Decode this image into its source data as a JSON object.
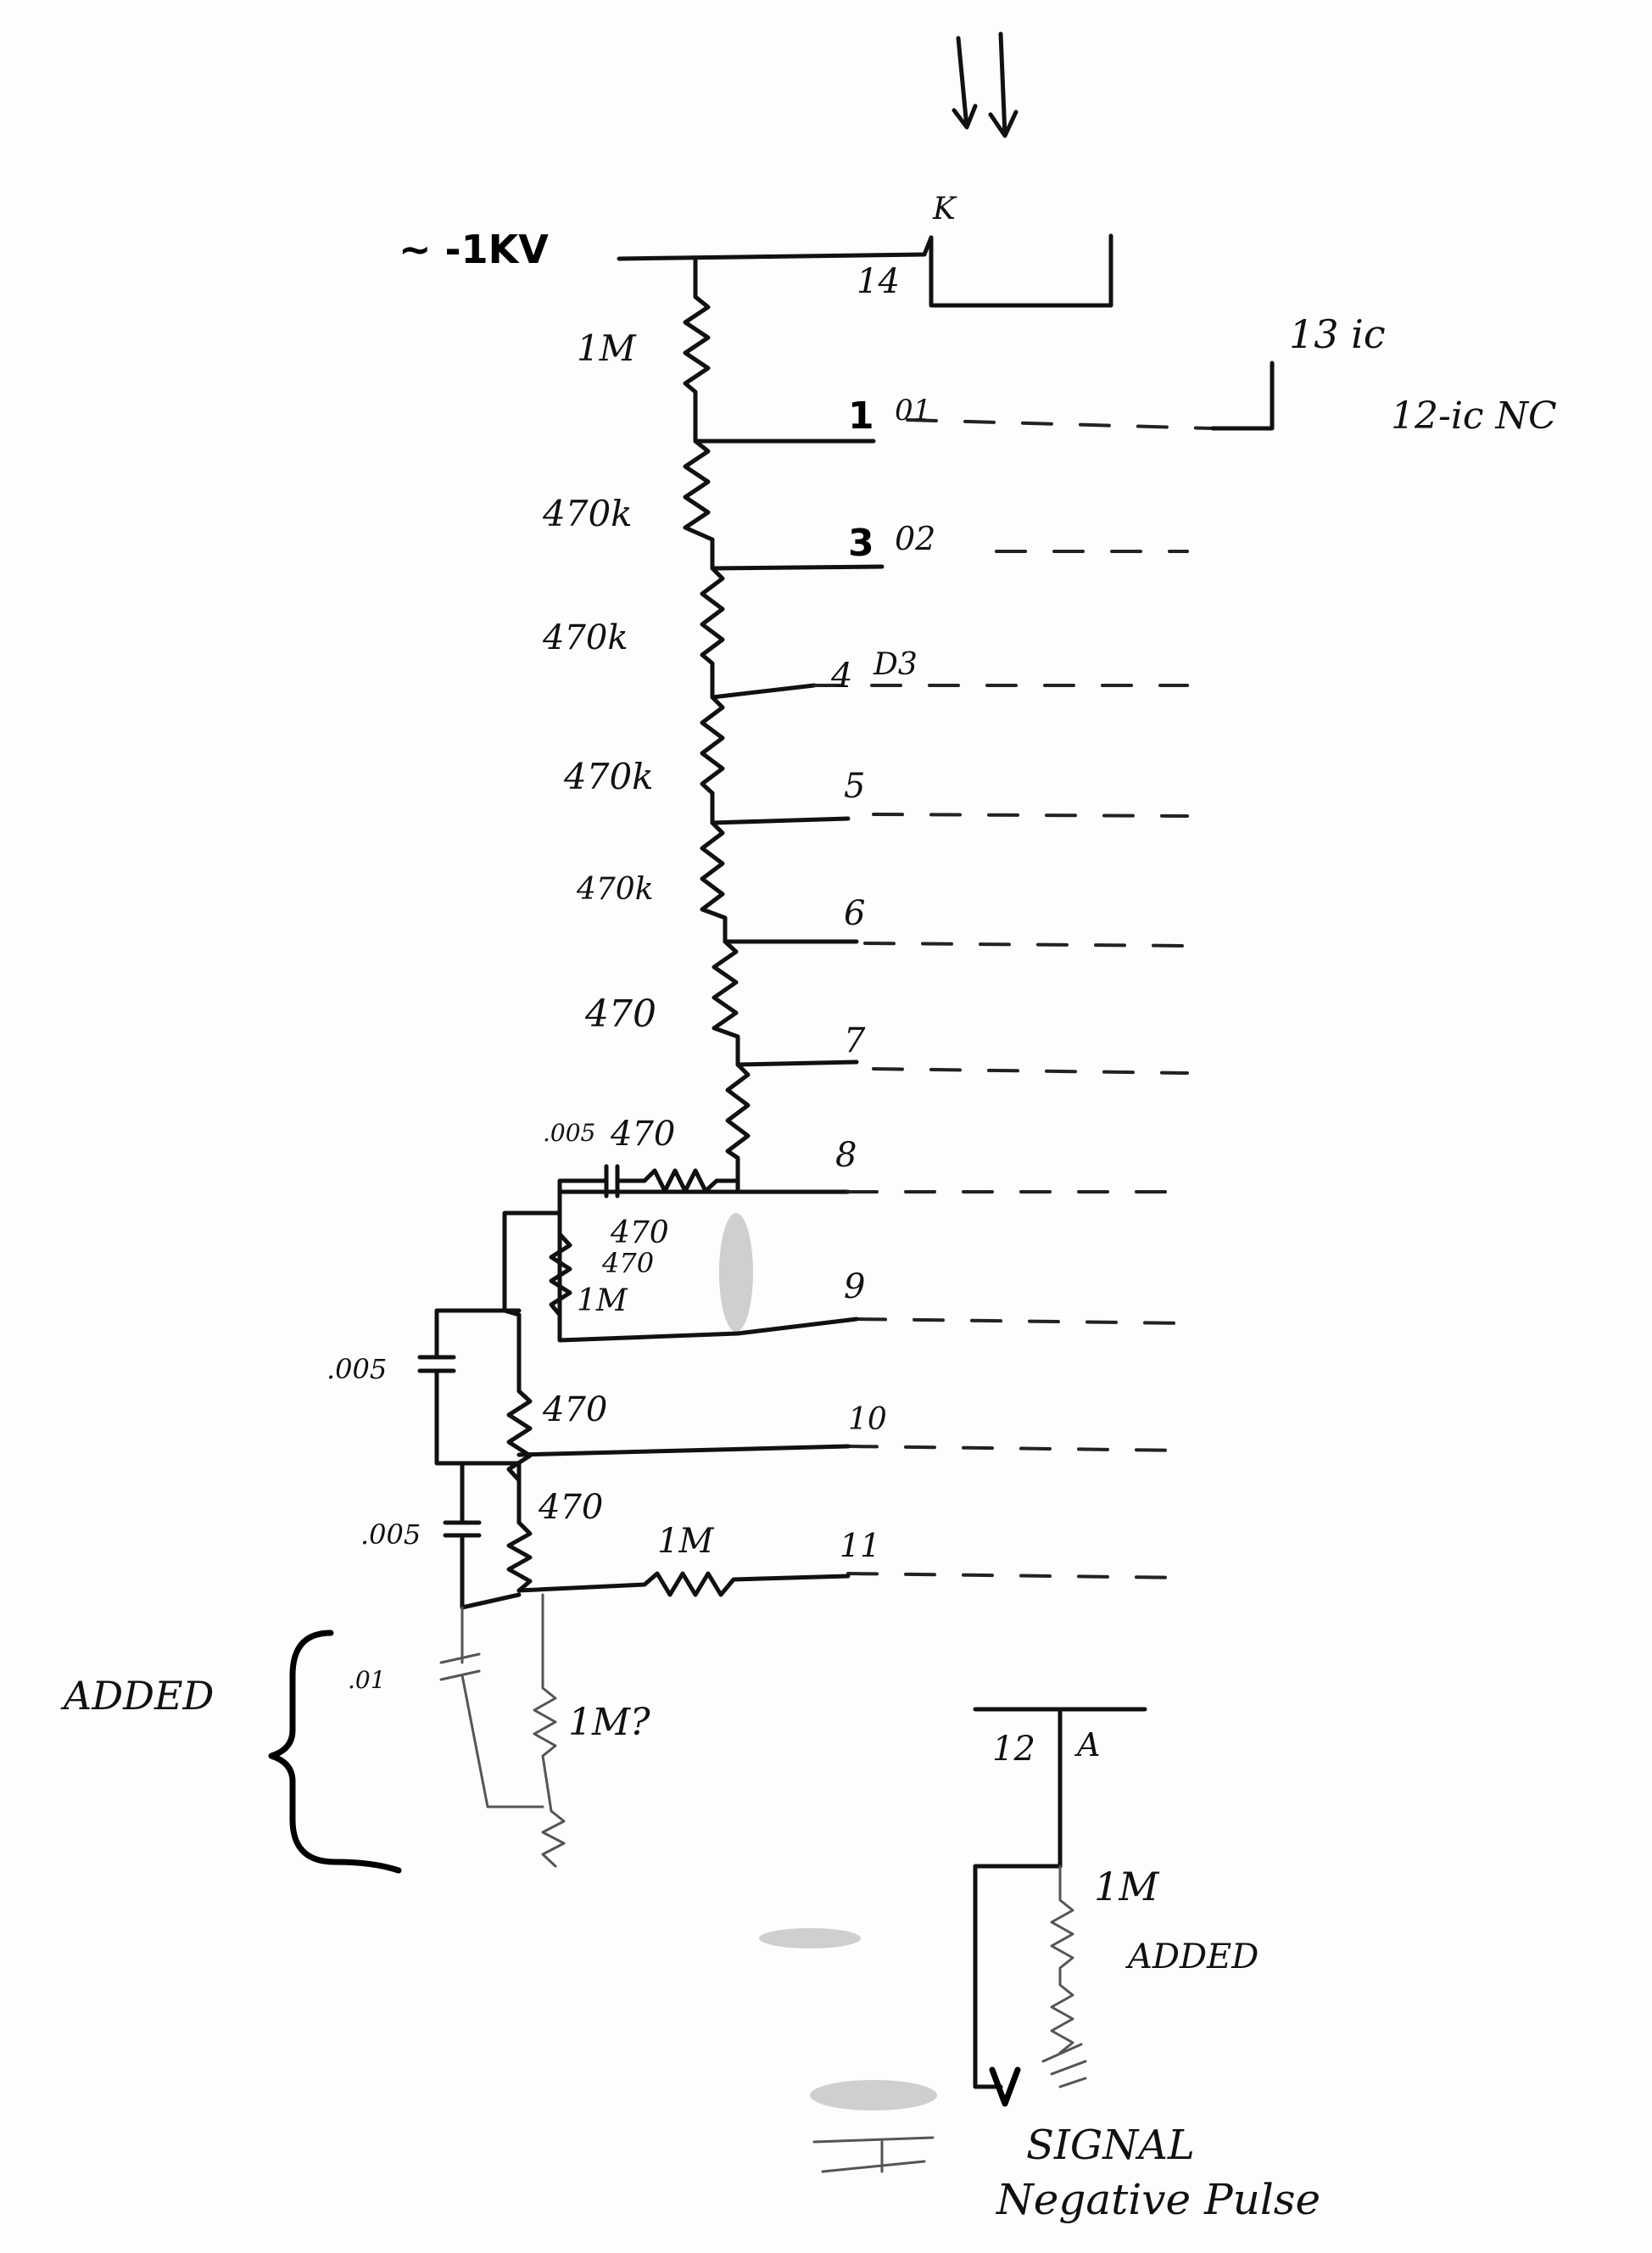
{
  "input_label": "~ -1KV",
  "top_pin": "14",
  "top_mark": "K",
  "right_note_a": "13 ic",
  "right_note_b": "12-ic NC",
  "pins": [
    {
      "num": "1",
      "tag": "01"
    },
    {
      "num": "3",
      "tag": "02"
    },
    {
      "num": "4",
      "tag": "D3"
    },
    {
      "num": "5",
      "tag": ""
    },
    {
      "num": "6",
      "tag": ""
    },
    {
      "num": "7",
      "tag": ""
    },
    {
      "num": "8",
      "tag": ""
    },
    {
      "num": "9",
      "tag": ""
    },
    {
      "num": "10",
      "tag": ""
    },
    {
      "num": "11",
      "tag": ""
    }
  ],
  "resistors": [
    "1M",
    "470k",
    "470k",
    "470k",
    "470k",
    "470",
    "470",
    "470",
    "470",
    "1M",
    "470",
    "470",
    "1M"
  ],
  "caps": [
    ".005",
    ".005",
    ".005",
    ".01"
  ],
  "added_left": "ADDED",
  "added_left_r": "1M?",
  "anode_pin": "12",
  "anode_mark": "A",
  "added_right_r": "1M",
  "added_right": "ADDED",
  "signal_1": "SIGNAL",
  "signal_2": "Negative Pulse"
}
